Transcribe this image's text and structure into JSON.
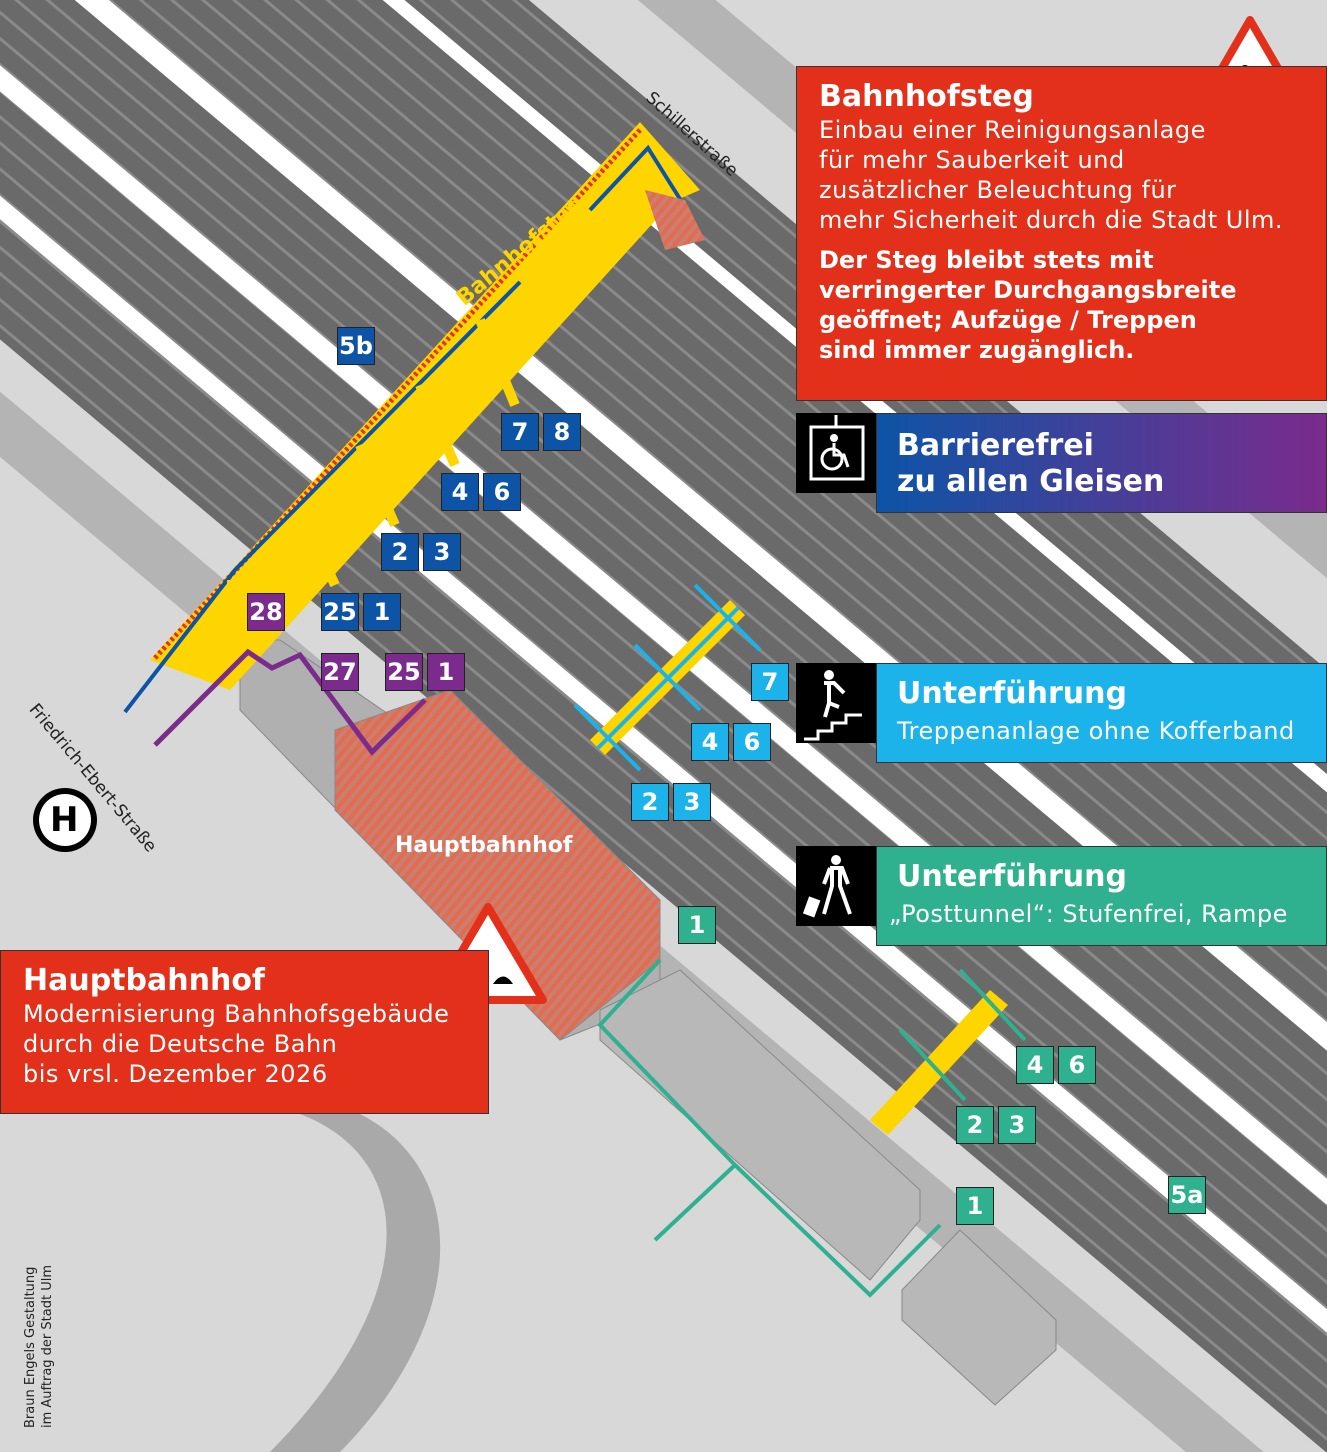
{
  "bahnhofsteg_box": {
    "title": "Bahnhofsteg",
    "lines": [
      "Einbau einer Reinigungsanlage",
      "für mehr Sauberkeit und",
      "zusätzlicher Beleuchtung für",
      "mehr Sicherheit durch die Stadt Ulm."
    ],
    "bold_lines": [
      "Der Steg bleibt stets mit",
      "verringerter Durchgangsbreite",
      "geöffnet; Aufzüge / Treppen",
      "sind immer zugänglich."
    ]
  },
  "barrierefrei": {
    "line1": "Barrierefrei",
    "line2": "zu allen Gleisen",
    "icon": "wheelchair-elevator-icon"
  },
  "unterfuehrung_treppe": {
    "title": "Unterführung",
    "subtitle": "Treppenanlage ohne Kofferband",
    "icon": "stairs-walker-icon"
  },
  "unterfuehrung_post": {
    "title": "Unterführung",
    "subtitle": "„Posttunnel“: Stufenfrei, Rampe",
    "icon": "traveler-luggage-icon"
  },
  "hauptbahnhof_box": {
    "title": "Hauptbahnhof",
    "lines": [
      "Modernisierung Bahnhofsgebäude",
      "durch die Deutsche Bahn",
      "bis vrsl. Dezember 2026"
    ]
  },
  "map_labels": {
    "steg": "Bahnhofsteg",
    "schiller": "Schillerstraße",
    "friedrich": "Friedrich-Ebert-Straße",
    "hbf": "Hauptbahnhof",
    "bus_stop": "H"
  },
  "badges": {
    "blue": [
      "5b",
      "7",
      "8",
      "4",
      "6",
      "2",
      "3",
      "25",
      "1"
    ],
    "purple": [
      "28",
      "27",
      "25",
      "1"
    ],
    "cyan": [
      "7",
      "4",
      "6",
      "2",
      "3"
    ],
    "green": [
      "1",
      "4",
      "6",
      "2",
      "3",
      "1",
      "5a"
    ]
  },
  "credit": [
    "Braun Engels Gestaltung",
    "im Auftrag der Stadt Ulm"
  ],
  "colors": {
    "red": "#e3301a",
    "blue": "#0d54a6",
    "purple": "#7a2b8c",
    "cyan": "#1bb3ea",
    "green": "#2fb08f",
    "yellow": "#ffd500"
  }
}
